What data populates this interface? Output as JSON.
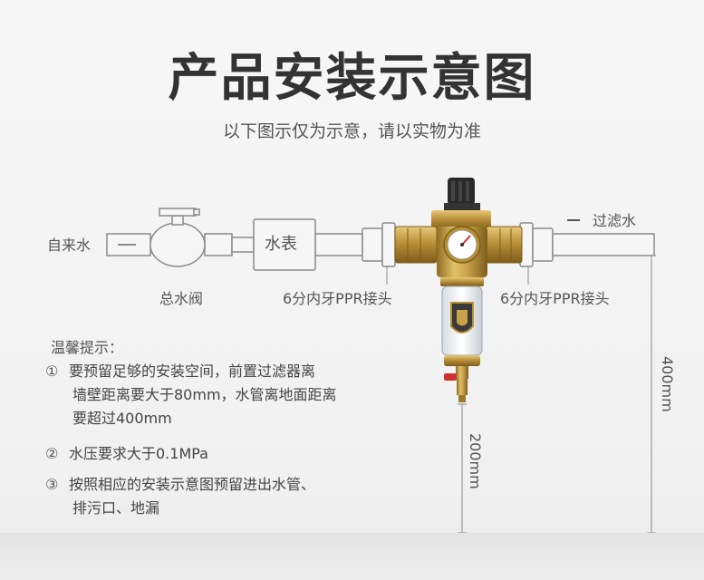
{
  "header": {
    "title": "产品安装示意图",
    "subtitle": "以下图示仅为示意，请以实物为准"
  },
  "diagram": {
    "inlet_label": "自来水",
    "outlet_label": "过滤水",
    "meter_label": "水表",
    "valve_label": "总水阀",
    "connector_left_label": "6分内牙PPR接头",
    "connector_right_label": "6分内牙PPR接头",
    "height_400_label": "400mm",
    "height_200_label": "200mm"
  },
  "notes": {
    "title": "温馨提示：",
    "items": [
      {
        "num": "①",
        "line1": "要预留足够的安装空间，前置过滤器离",
        "line2": "墙壁距离要大于80mm，水管离地面距离",
        "line3": "要超过400mm"
      },
      {
        "num": "②",
        "line1": "水压要求大于0.1MPa"
      },
      {
        "num": "③",
        "line1": "按照相应的安装示意图预留进出水管、",
        "line2": "排污口、地漏"
      }
    ]
  },
  "colors": {
    "pipe_stroke": "#8a8a8a",
    "brass": "#c9a24a",
    "brass_dark": "#9c7a2c",
    "gauge_red": "#d02020"
  }
}
